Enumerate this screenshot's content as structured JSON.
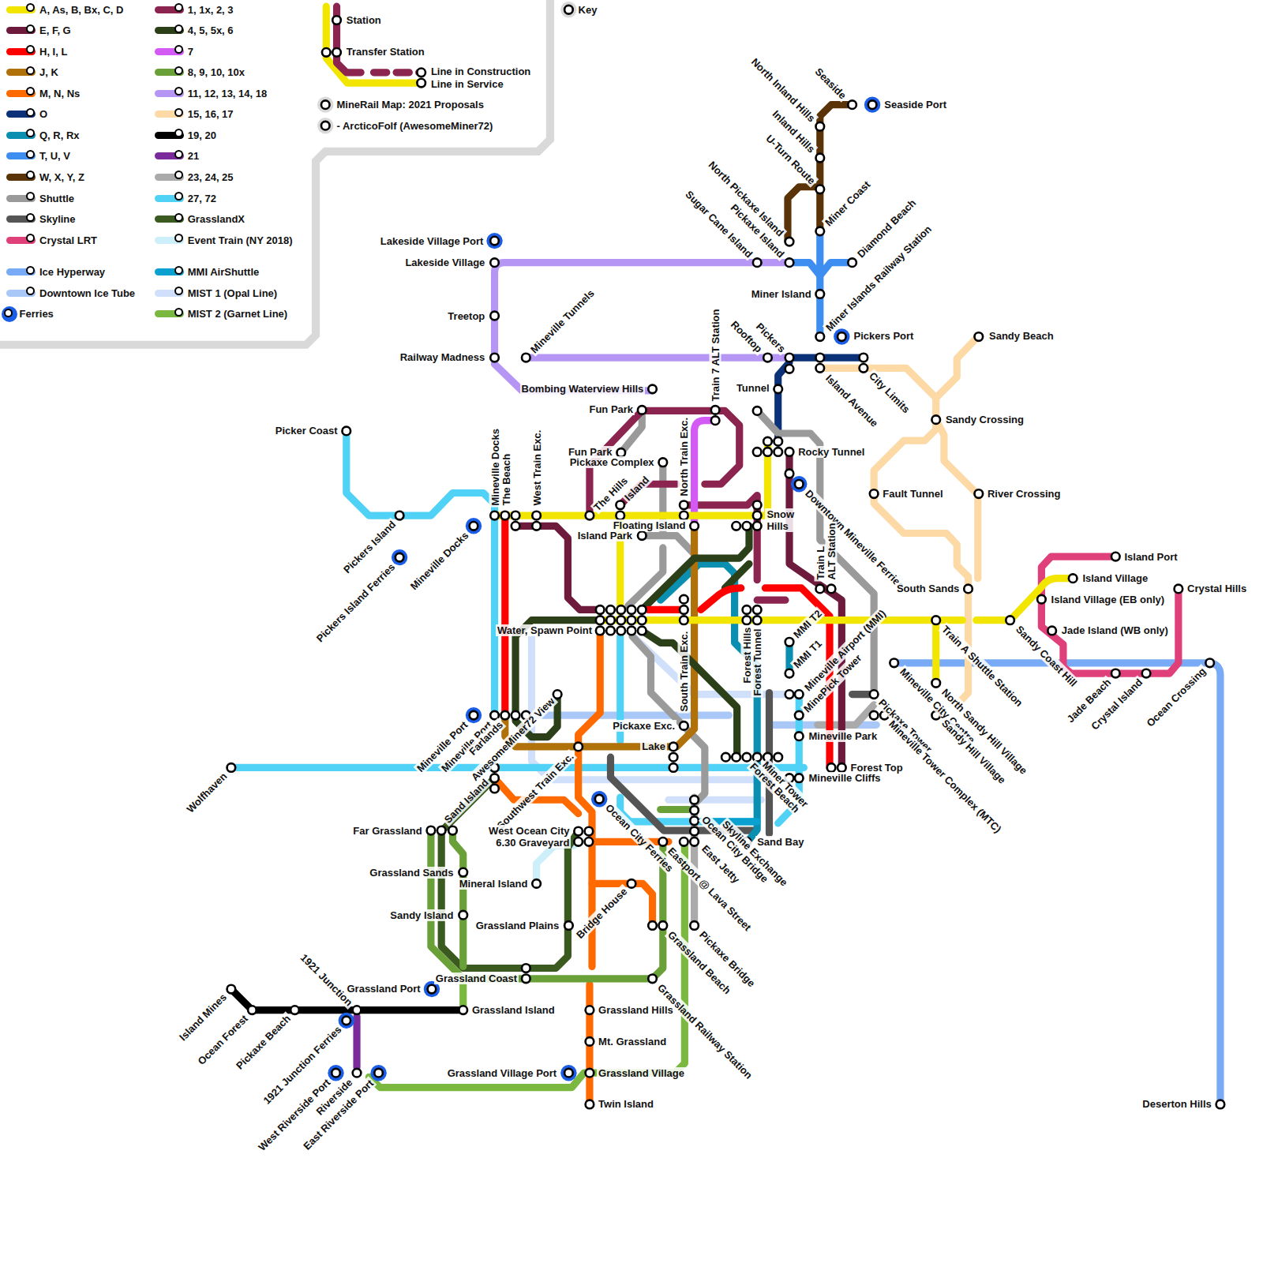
{
  "diagram": {
    "labels": [
      "Station",
      "Transfer Station",
      "Line in Construction",
      "Line in Service",
      "MineRail Map: 2021 Proposals",
      "- ArcticoFolf (AwesomeMiner72)",
      "Key",
      "Seaside",
      "Seaside Port",
      "North Inland Hills",
      "Inland Hills",
      "U-Turn Route",
      "Miner Coast",
      "North Pickaxe Island",
      "Diamond Beach",
      "Sugar Cane Island",
      "Pickaxe Island",
      "Lakeside Village Port",
      "Lakeside Village",
      "Miner Island",
      "Treetop",
      "Miner Islands Railway Station",
      "Pickers Port",
      "Sandy Beach",
      "Mineville Tunnels",
      "Rooftop",
      "Pickers",
      "Railway Madness",
      "Island Avenue",
      "City Limits",
      "Bombing Waterview Hills",
      "Tunnel",
      "Train 7 ALT Station",
      "Fun Park",
      "Sandy Crossing",
      "Picker Coast",
      "Fun Park",
      "Rocky Tunnel",
      "Pickaxe Complex",
      "Mineville Docks",
      "The Beach",
      "West Train Exc.",
      "North Train Exc.",
      "The Hills",
      "Island",
      "Fault Tunnel",
      "River Crossing",
      "Downtown Mineville Ferries",
      "Pickers Island",
      "Mineville Docks",
      "Snow Hills",
      "Floating Island",
      "Island Port",
      "Pickers Island Ferries",
      "Island Park",
      "Island Village",
      "Train L",
      "ALT Station",
      "Crystal Hills",
      "South Sands",
      "Island Village (EB only)",
      "Water, Spawn Point",
      "Jade Island (WB only)",
      "Sandy Coast Hill",
      "Train A Shuttle Station",
      "MMI T2",
      "Mineville Airport (MMI)",
      "MMI T1",
      "South Train Exc.",
      "Forest Hills",
      "Forest Tunnel",
      "Mineville City Centre",
      "MinePick Tower",
      "North Sandy Hill Village",
      "Jade Beach",
      "Crystal Island",
      "Ocean Crossing",
      "Pickaxe Tower",
      "Mineville Tower Complex (MTC)",
      "Sandy Hill Village",
      "AwesomeMiner72 View",
      "Mineville Port",
      "Mineville Port",
      "Farlands",
      "Pickaxe Exc.",
      "Mineville Park",
      "Lake",
      "Southwest Train Exc.",
      "Wolfhaven",
      "Sand Island",
      "Forest Top",
      "Mineville Cliffs",
      "Forest Beach",
      "Miner Tower",
      "Ocean City Ferries",
      "Ocean City Bridge",
      "Skyline Exchange",
      "East Jetty",
      "Eastport @ Lava Street",
      "Sand Bay",
      "West Ocean City",
      "6.30 Graveyard",
      "Far Grassland",
      "Grassland Sands",
      "Mineral Island",
      "Bridge House",
      "Sandy Island",
      "Grassland Plains",
      "Grassland Beach",
      "Pickaxe Bridge",
      "Grassland Coast",
      "Grassland Railway Station",
      "Grassland Port",
      "Island Mines",
      "1921 Junction",
      "Grassland Island",
      "Grassland Hills",
      "Ocean Forest",
      "Pickaxe Beach",
      "1921 Junction Ferries",
      "Mt. Grassland",
      "Grassland Village Port",
      "Grassland Village",
      "West Riverside Port",
      "Riverside",
      "East Riverside Port",
      "Twin Island",
      "Deserton Hills"
    ],
    "legend": [
      {
        "text": "A, As, B, Bx, C, D",
        "color": "#f2e600"
      },
      {
        "text": "E, F, G",
        "color": "#6d1a3c"
      },
      {
        "text": "H, I, L",
        "color": "#ff0000"
      },
      {
        "text": "J, K",
        "color": "#b0700a"
      },
      {
        "text": "M, N, Ns",
        "color": "#ff6a00"
      },
      {
        "text": "O",
        "color": "#0b3278"
      },
      {
        "text": "Q, R, Rx",
        "color": "#0a8fb0"
      },
      {
        "text": "T, U, V",
        "color": "#3d8ef0"
      },
      {
        "text": "W, X, Y, Z",
        "color": "#5a3308"
      },
      {
        "text": "Shuttle",
        "color": "#9a9a9a"
      },
      {
        "text": "Skyline",
        "color": "#555555"
      },
      {
        "text": "Crystal LRT",
        "color": "#e0407a"
      },
      {
        "text": "Ice Hyperway",
        "color": "#78aaf5"
      },
      {
        "text": "Downtown Ice Tube",
        "color": "#a9c8f8"
      },
      {
        "text": "Ferries",
        "color": "#1a5ee8"
      },
      {
        "text": "1, 1x, 2, 3",
        "color": "#8c2450"
      },
      {
        "text": "4, 5, 5x, 6",
        "color": "#2b4018"
      },
      {
        "text": "7",
        "color": "#d35af5"
      },
      {
        "text": "8, 9, 10, 10x",
        "color": "#6aa038"
      },
      {
        "text": "11, 12, 13, 14, 18",
        "color": "#b696f5"
      },
      {
        "text": "15, 16, 17",
        "color": "#fdd9a5"
      },
      {
        "text": "19, 20",
        "color": "#000000"
      },
      {
        "text": "21",
        "color": "#7a2a9a"
      },
      {
        "text": "23, 24, 25",
        "color": "#aaaaaa"
      },
      {
        "text": "27, 72",
        "color": "#4fd2f5"
      },
      {
        "text": "GrasslandX",
        "color": "#3a5a20"
      },
      {
        "text": "Event Train (NY 2018)",
        "color": "#cceffa"
      },
      {
        "text": "MMI AirShuttle",
        "color": "#0aa0d0"
      },
      {
        "text": "MIST 1 (Opal Line)",
        "color": "#d0e0fa"
      },
      {
        "text": "MIST 2 (Garnet Line)",
        "color": "#7ab840"
      }
    ]
  }
}
